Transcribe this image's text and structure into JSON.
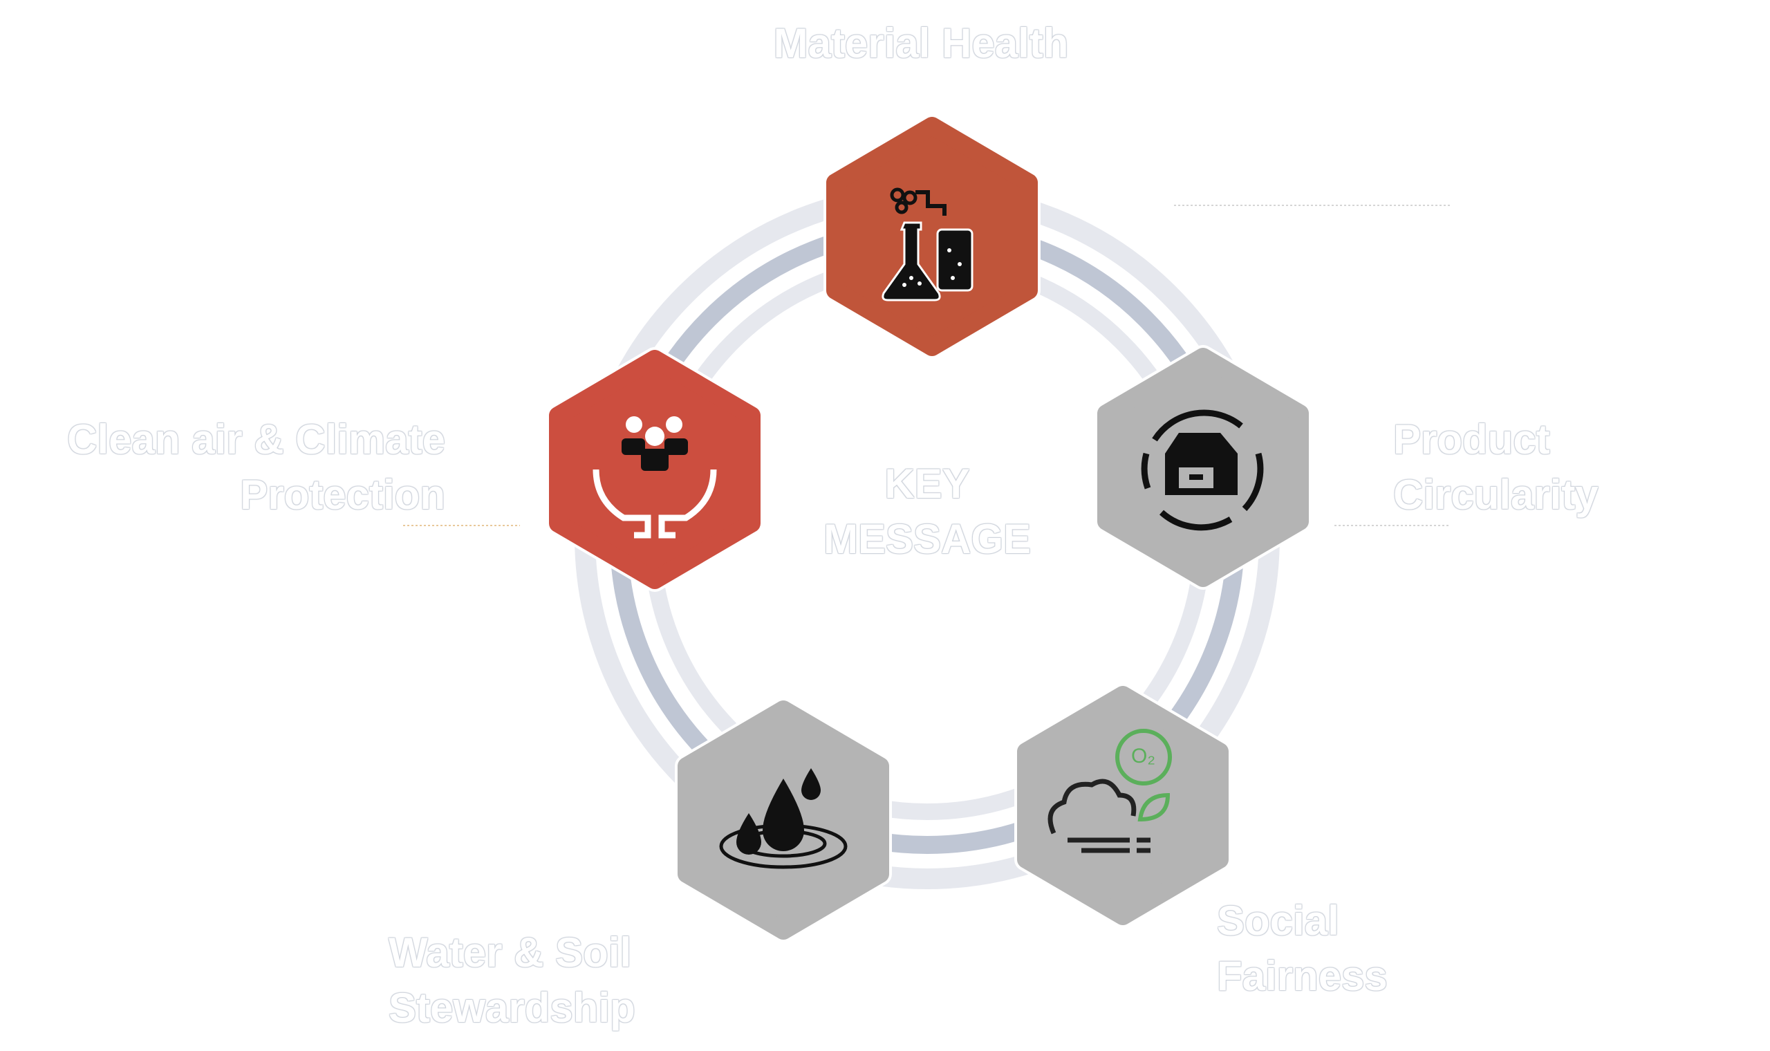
{
  "title": "Material Health",
  "center": {
    "line1": "KEY",
    "line2": "MESSAGE"
  },
  "segments": [
    {
      "id": "material-health",
      "line1": "Material Health",
      "icon": "chemistry-flask-icon",
      "color": "#C0553A"
    },
    {
      "id": "product-circularity",
      "line1": "Product",
      "line2": "Circularity",
      "icon": "circular-box-icon",
      "color": "#B4B4B4"
    },
    {
      "id": "social-fairness",
      "line1": "Social",
      "line2": "Fairness",
      "icon": "cloud-wind-oxygen-icon",
      "color": "#B4B4B4"
    },
    {
      "id": "water-soil",
      "line1": "Water & Soil",
      "line2": "Stewardship",
      "icon": "water-drops-icon",
      "color": "#B4B4B4"
    },
    {
      "id": "clean-air",
      "line1": "Clean air & Climate",
      "line2": "Protection",
      "icon": "hands-people-icon",
      "color": "#CC4E3F"
    }
  ],
  "colors": {
    "ring_light": "#E6E8EE",
    "ring_mid": "#BFC6D4",
    "gray_hex": "#B4B4B4",
    "green_icon": "#5BAF5B"
  }
}
